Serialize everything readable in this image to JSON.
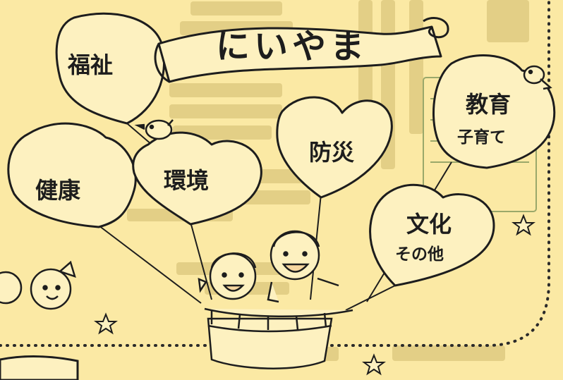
{
  "banner": {
    "title": "にいやま"
  },
  "balloons": {
    "welfare": {
      "label": "福祉"
    },
    "health": {
      "label": "健康"
    },
    "environment": {
      "label": "環境"
    },
    "disaster": {
      "label": "防災"
    },
    "education": {
      "line1": "教育",
      "line2": "子育て"
    },
    "culture": {
      "line1": "文化",
      "line2": "その他"
    }
  },
  "colors": {
    "background": "#fbe9a4",
    "ink": "#1d1d1d",
    "heart_fill": "#fdf1c0",
    "faded_text": "#e3cf86"
  },
  "icons": [
    "heart-balloon",
    "ribbon-banner",
    "bird",
    "star",
    "child",
    "basket"
  ]
}
